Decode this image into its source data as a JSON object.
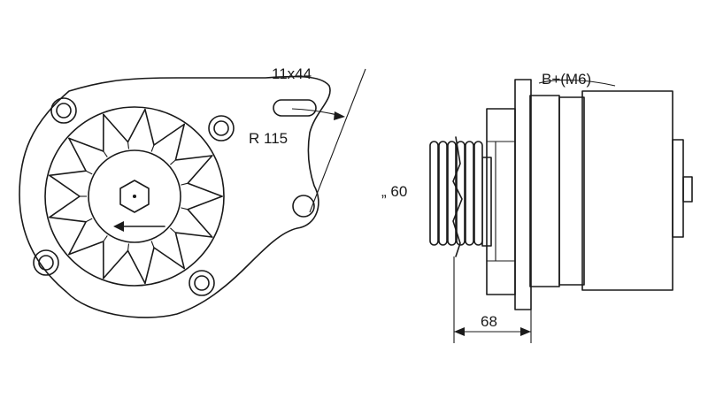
{
  "labels": {
    "slot": "11x44",
    "radius": "R 115",
    "terminal": "B+(M6)",
    "pulley_diameter": "„ 60",
    "offset": "68"
  },
  "colors": {
    "line": "#1a1a1a",
    "background": "#ffffff"
  }
}
